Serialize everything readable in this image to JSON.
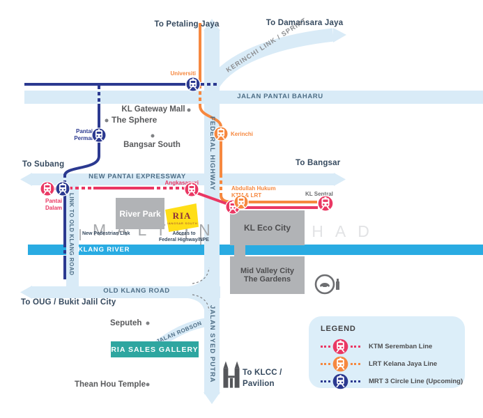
{
  "destinations": {
    "petaling_jaya": "To Petaling Jaya",
    "damansara_jaya": "To Damansara Jaya",
    "subang": "To Subang",
    "bangsar": "To Bangsar",
    "oug": "To OUG / Bukit Jalil City",
    "klcc": "To KLCC /\nPavilion"
  },
  "roads": {
    "jalan_pantai_baharu": "JALAN PANTAI BAHARU",
    "kerinchi_link": "KERINCHI LINK / SPRINT",
    "federal_highway": "FEDERAL HIGHWAY",
    "new_pantai_expressway": "NEW PANTAI EXPRESSWAY",
    "link_to_old_klang_road": "LINK TO OLD KLANG ROAD",
    "old_klang_road": "OLD KLANG ROAD",
    "jalan_syed_putra": "JALAN SYED PUTRA",
    "jalan_robson": "JALAN ROBSON",
    "klang_river": "KLANG RIVER"
  },
  "stations": {
    "universiti": "Universiti",
    "pantai_permai": "Pantai\nPermai",
    "pantai_dalam": "Pantai\nDalam",
    "angkasapuri": "Angkasapuri",
    "kerinchi": "Kerinchi",
    "abdullah_hukum": "Abdullah Hukum\nKTM & LRT",
    "kl_sentral": "KL Sentral"
  },
  "places": {
    "kl_gateway_mall": "KL Gateway Mall",
    "the_sphere": "The Sphere",
    "bangsar_south": "Bangsar South",
    "river_park": "River Park",
    "kl_eco_city": "KL Eco City",
    "mid_valley": "Mid Valley City\nThe Gardens",
    "seputeh": "Seputeh",
    "thean_hou_temple": "Thean Hou Temple"
  },
  "annotations": {
    "new_pedestrian_link": "New Pedestrian Link",
    "access_npe": "Access to\nFederal Highway/NPE"
  },
  "ria": {
    "logo": "RIA",
    "logo_caption": "BANGSAR SOUTH",
    "gallery": "RIA SALES GALLERY"
  },
  "watermark": {
    "left": "MALTON",
    "right": "BERHAD"
  },
  "legend": {
    "title": "LEGEND",
    "items": [
      {
        "label": "KTM Seremban Line",
        "color": "#EA3763"
      },
      {
        "label": "LRT Kelana Jaya Line",
        "color": "#F6883F"
      },
      {
        "label": "MRT 3 Circle Line (Upcoming)",
        "color": "#2B3990"
      }
    ]
  },
  "colors": {
    "road": "#D9EBF7",
    "river": "#29ABE2",
    "ktm_line": "#EA3763",
    "lrt_line": "#F6883F",
    "mrt_line": "#2B3990",
    "gray_box": "#B1B3B6",
    "gallery_teal": "#2EA6A0",
    "ria_yellow": "#FFDE17"
  }
}
